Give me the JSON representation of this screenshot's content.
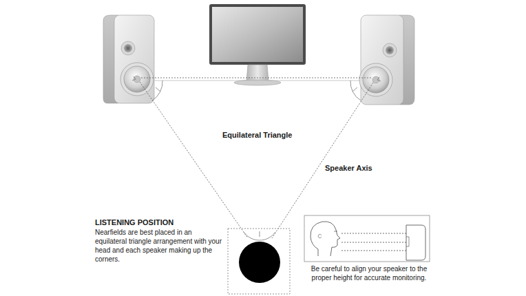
{
  "diagram": {
    "labels": [
      "Equilateral Triangle",
      "Speaker Axis",
      "LISTENING POSITION",
      "Nearfields are best placed in an equilateral triangle arrangement with your head and each speaker making up the corners.",
      "Be careful to align your speaker to the proper height for accurate monitoring."
    ]
  }
}
